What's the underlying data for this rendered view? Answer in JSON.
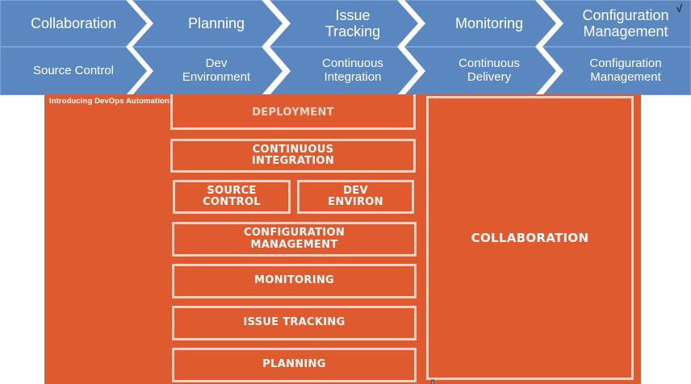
{
  "top_row": [
    {
      "label": "Collaboration"
    },
    {
      "label": "Planning"
    },
    {
      "label": "Issue\nTracking"
    },
    {
      "label": "Monitoring"
    },
    {
      "label": "Configuration\nManagement"
    }
  ],
  "bottom_row": [
    {
      "label": "Source Control"
    },
    {
      "label": "Dev\nEnvironment"
    },
    {
      "label": "Continuous\nIntegration"
    },
    {
      "label": "Continuous\nDelivery"
    },
    {
      "label": "Configuration\nManagement"
    }
  ],
  "corner_mark": "√",
  "video": {
    "title": "Introducing DevOps Automation: DevOps Technology Categories",
    "boxes": {
      "deployment": "DEPLOYMENT",
      "continuous_integration": "CONTINUOUS\nINTEGRATION",
      "source_control": "SOURCE\nCONTROL",
      "dev_environ": "DEV\nENVIRON",
      "configuration_management": "CONFIGURATION\nMANAGEMENT",
      "monitoring": "MONITORING",
      "issue_tracking": "ISSUE TRACKING",
      "planning": "PLANNING",
      "collaboration": "COLLABORATION"
    }
  },
  "colors": {
    "chevron_fill": "#5b87c1",
    "video_background": "#e05a30",
    "box_border": "#f5d2c4"
  }
}
